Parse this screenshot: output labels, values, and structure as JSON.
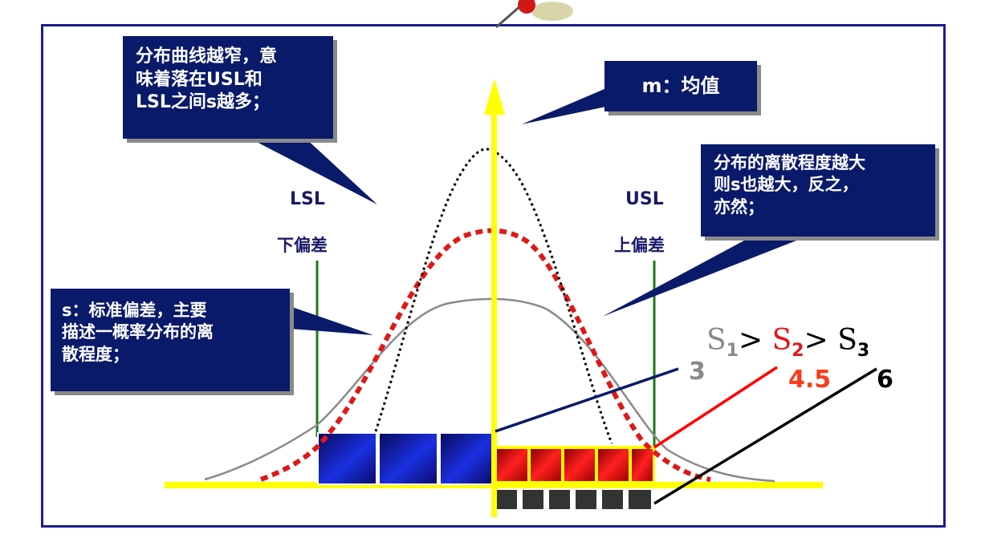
{
  "callouts": {
    "top": [
      "分布曲线越窄，意",
      "味着落在USL和",
      "LSL之间s越多；"
    ],
    "mean": "m：均值",
    "right": [
      "分布的离散程度越大",
      "则s也越大，反之，",
      "亦然；"
    ],
    "left": [
      "s：标准偏差，主要",
      "描述一概率分布的离",
      "散程度；"
    ]
  },
  "labels": {
    "lsl": "LSL",
    "lsl_sub": "下偏差",
    "usl": "USL",
    "usl_sub": "上偏差"
  },
  "inequality": {
    "s1": "S",
    "s1_sub": "1",
    "gt1": ">",
    "s2": "S",
    "s2_sub": "2",
    "gt2": ">",
    "s3": "S",
    "s3_sub": "3"
  },
  "values": {
    "v3": "3",
    "v45": "4.5",
    "v6": "6"
  },
  "colors": {
    "navy_callout": "#0a1a6a",
    "axis_yellow": "#ffff00",
    "spec_green": "#1a7a1a",
    "curve_gray": "#8a8a8a",
    "curve_red": "#e01818",
    "curve_black": "#000000",
    "blue_box": "#1020c0",
    "red_box": "#e01010",
    "dark_box": "#333333"
  }
}
